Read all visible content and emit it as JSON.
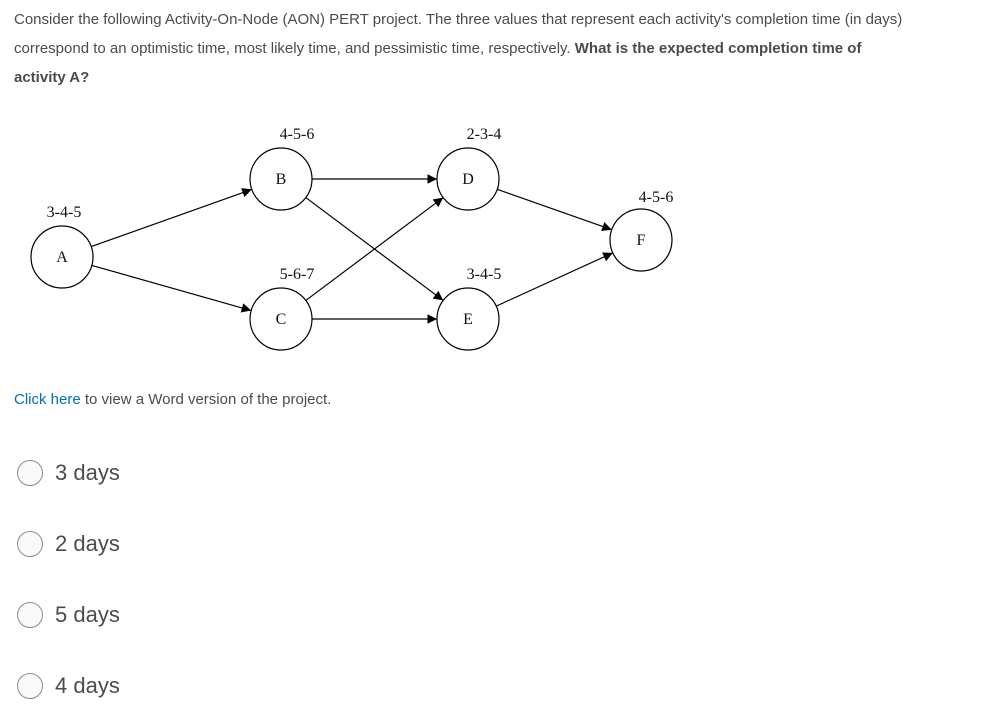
{
  "question": {
    "text_plain": "Consider the following Activity-On-Node (AON) PERT project. The three values that represent each activity's completion time (in days) correspond to an optimistic time, most likely time, and pessimistic time, respectively.",
    "text_bold": "What is the expected completion time of activity A?"
  },
  "diagram": {
    "nodes": [
      {
        "id": "A",
        "label": "A",
        "times": "3-4-5"
      },
      {
        "id": "B",
        "label": "B",
        "times": "4-5-6"
      },
      {
        "id": "C",
        "label": "C",
        "times": "5-6-7"
      },
      {
        "id": "D",
        "label": "D",
        "times": "2-3-4"
      },
      {
        "id": "E",
        "label": "E",
        "times": "3-4-5"
      },
      {
        "id": "F",
        "label": "F",
        "times": "4-5-6"
      }
    ],
    "edges": [
      {
        "from": "A",
        "to": "B"
      },
      {
        "from": "A",
        "to": "C"
      },
      {
        "from": "B",
        "to": "D"
      },
      {
        "from": "B",
        "to": "E"
      },
      {
        "from": "C",
        "to": "D"
      },
      {
        "from": "C",
        "to": "E"
      },
      {
        "from": "D",
        "to": "F"
      },
      {
        "from": "E",
        "to": "F"
      }
    ]
  },
  "link": {
    "link_text": "Click here",
    "rest_text": " to view a Word version of the project."
  },
  "options": [
    {
      "label": "3 days",
      "selected": false
    },
    {
      "label": "2 days",
      "selected": false
    },
    {
      "label": "5 days",
      "selected": false
    },
    {
      "label": "4 days",
      "selected": false
    }
  ],
  "colors": {
    "link": "#006fbf",
    "text": "#494c4e",
    "radio_border": "#8a8c8f"
  }
}
